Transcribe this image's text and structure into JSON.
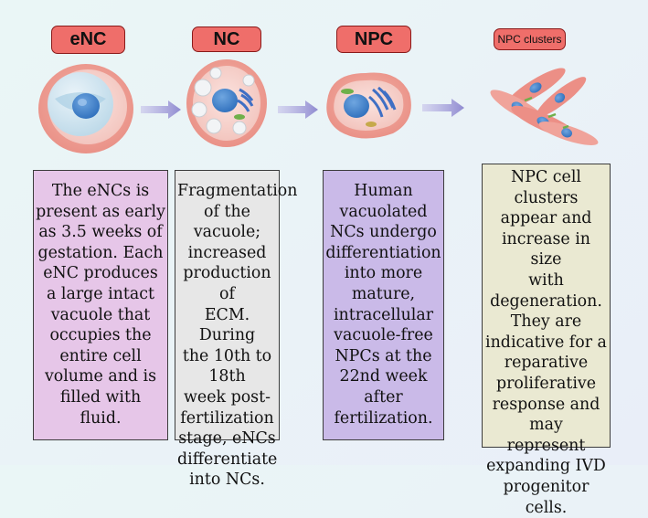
{
  "stages": [
    {
      "label": "eNC",
      "description": "The eNCs is\npresent as early\nas 3.5 weeks of\ngestation. Each\neNC produces\na large intact\nvacuole that\noccupies the\nentire cell\nvolume and is\nfilled with\nfluid."
    },
    {
      "label": "NC",
      "description": "Fragmentation\nof the vacuole;\nincreased\nproduction of\nECM. During\nthe 10th to 18th\nweek post-\nfertilization\nstage, eNCs\ndifferentiate\ninto NCs."
    },
    {
      "label": "NPC",
      "description": "Human\nvacuolated\nNCs undergo\ndifferentiation\ninto more\nmature,\nintracellular\nvacuole-free\nNPCs at the\n22nd week\nafter\nfertilization."
    },
    {
      "label": "NPC clusters",
      "description": "NPC cell clusters\nappear and\nincrease in size\nwith\ndegeneration.\nThey are\nindicative for a\nreparative\nproliferative\nresponse and may\nrepresent\nexpanding IVD\nprogenitor cells."
    }
  ],
  "colors": {
    "label_fill": "#ef6e6a",
    "label_border": "#8a1a1a",
    "box_enc": "#e6c6e8",
    "box_nc": "#e7e7e7",
    "box_npc": "#cabae8",
    "box_clusters": "#eae9d2",
    "arrow": "#8f8ad0"
  }
}
